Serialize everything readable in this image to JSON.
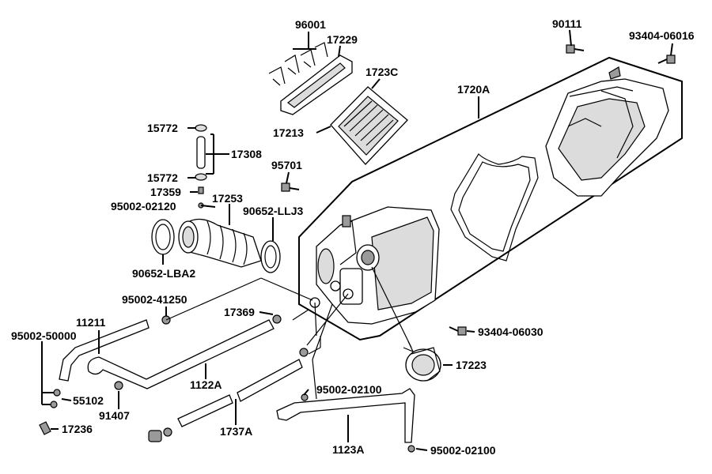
{
  "labels": {
    "p96001": "96001",
    "p17229": "17229",
    "p1723C": "1723C",
    "p17213": "17213",
    "p90111": "90111",
    "p93404_06016": "93404-06016",
    "p1720A": "1720A",
    "p15772_top": "15772",
    "p17308": "17308",
    "p15772_bottom": "15772",
    "p95701": "95701",
    "p17359": "17359",
    "p17253": "17253",
    "p95002_02120": "95002-02120",
    "p90652_LLJ3": "90652-LLJ3",
    "p90652_LBA2": "90652-LBA2",
    "p95002_41250": "95002-41250",
    "p17369": "17369",
    "p11211": "11211",
    "p95002_50000": "95002-50000",
    "p93404_06030": "93404-06030",
    "p1122A": "1122A",
    "p17223": "17223",
    "p95002_02100_a": "95002-02100",
    "p55102": "55102",
    "p91407": "91407",
    "p1737A": "1737A",
    "p17236": "17236",
    "p1123A": "1123A",
    "p95002_02100_b": "95002-02100"
  }
}
